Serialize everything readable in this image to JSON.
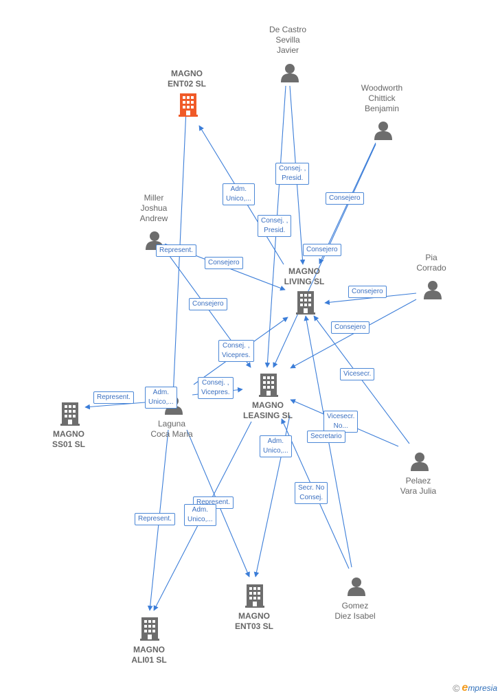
{
  "nodes": {
    "magno_ent02": {
      "label": "MAGNO\nENT02  SL",
      "type": "company",
      "highlight": true
    },
    "de_castro": {
      "label": "De Castro\nSevilla\nJavier",
      "type": "person"
    },
    "woodworth": {
      "label": "Woodworth\nChittick\nBenjamin",
      "type": "person"
    },
    "miller": {
      "label": "Miller\nJoshua\nAndrew",
      "type": "person"
    },
    "magno_living": {
      "label": "MAGNO\nLIVING  SL",
      "type": "company"
    },
    "pia": {
      "label": "Pia\nCorrado",
      "type": "person"
    },
    "magno_leasing": {
      "label": "MAGNO\nLEASING  SL",
      "type": "company"
    },
    "magno_ss01": {
      "label": "MAGNO\nSS01  SL",
      "type": "company"
    },
    "laguna": {
      "label": "Laguna\nCoca Maria",
      "type": "person"
    },
    "pelaez": {
      "label": "Pelaez\nVara Julia",
      "type": "person"
    },
    "magno_ent03": {
      "label": "MAGNO\nENT03  SL",
      "type": "company"
    },
    "gomez": {
      "label": "Gomez\nDiez Isabel",
      "type": "person"
    },
    "magno_ali01": {
      "label": "MAGNO\nALI01  SL",
      "type": "company"
    }
  },
  "edge_labels": {
    "e1": "Consej. ,\nPresid.",
    "e2": "Adm.\nUnico,...",
    "e3": "Consejero",
    "e4": "Consej. ,\nPresid.",
    "e5": "Consejero",
    "e6": "Represent.",
    "e7": "Consejero",
    "e8": "Consejero",
    "e9": "Consejero",
    "e10": "Consejero",
    "e11": "Consej. ,\nVicepres.",
    "e12": "Vicesecr.",
    "e13": "Consej. ,\nVicepres.",
    "e14": "Represent.",
    "e15": "Adm.\nUnico,...",
    "e16": "Vicesecr.\nNo...",
    "e17": "Secretario",
    "e18": "Adm.\nUnico,...",
    "e19": "Secr.  No\nConsej.",
    "e20": "Represent.",
    "e21": "Represent.",
    "e22": "Adm.\nUnico,..."
  },
  "colors": {
    "edge": "#3b7dd8",
    "company": "#6d6d6d",
    "company_highlight": "#f05a28",
    "person": "#6d6d6d"
  },
  "footer": {
    "copyright": "©",
    "brand_e": "e",
    "brand_rest": "mpresia"
  }
}
